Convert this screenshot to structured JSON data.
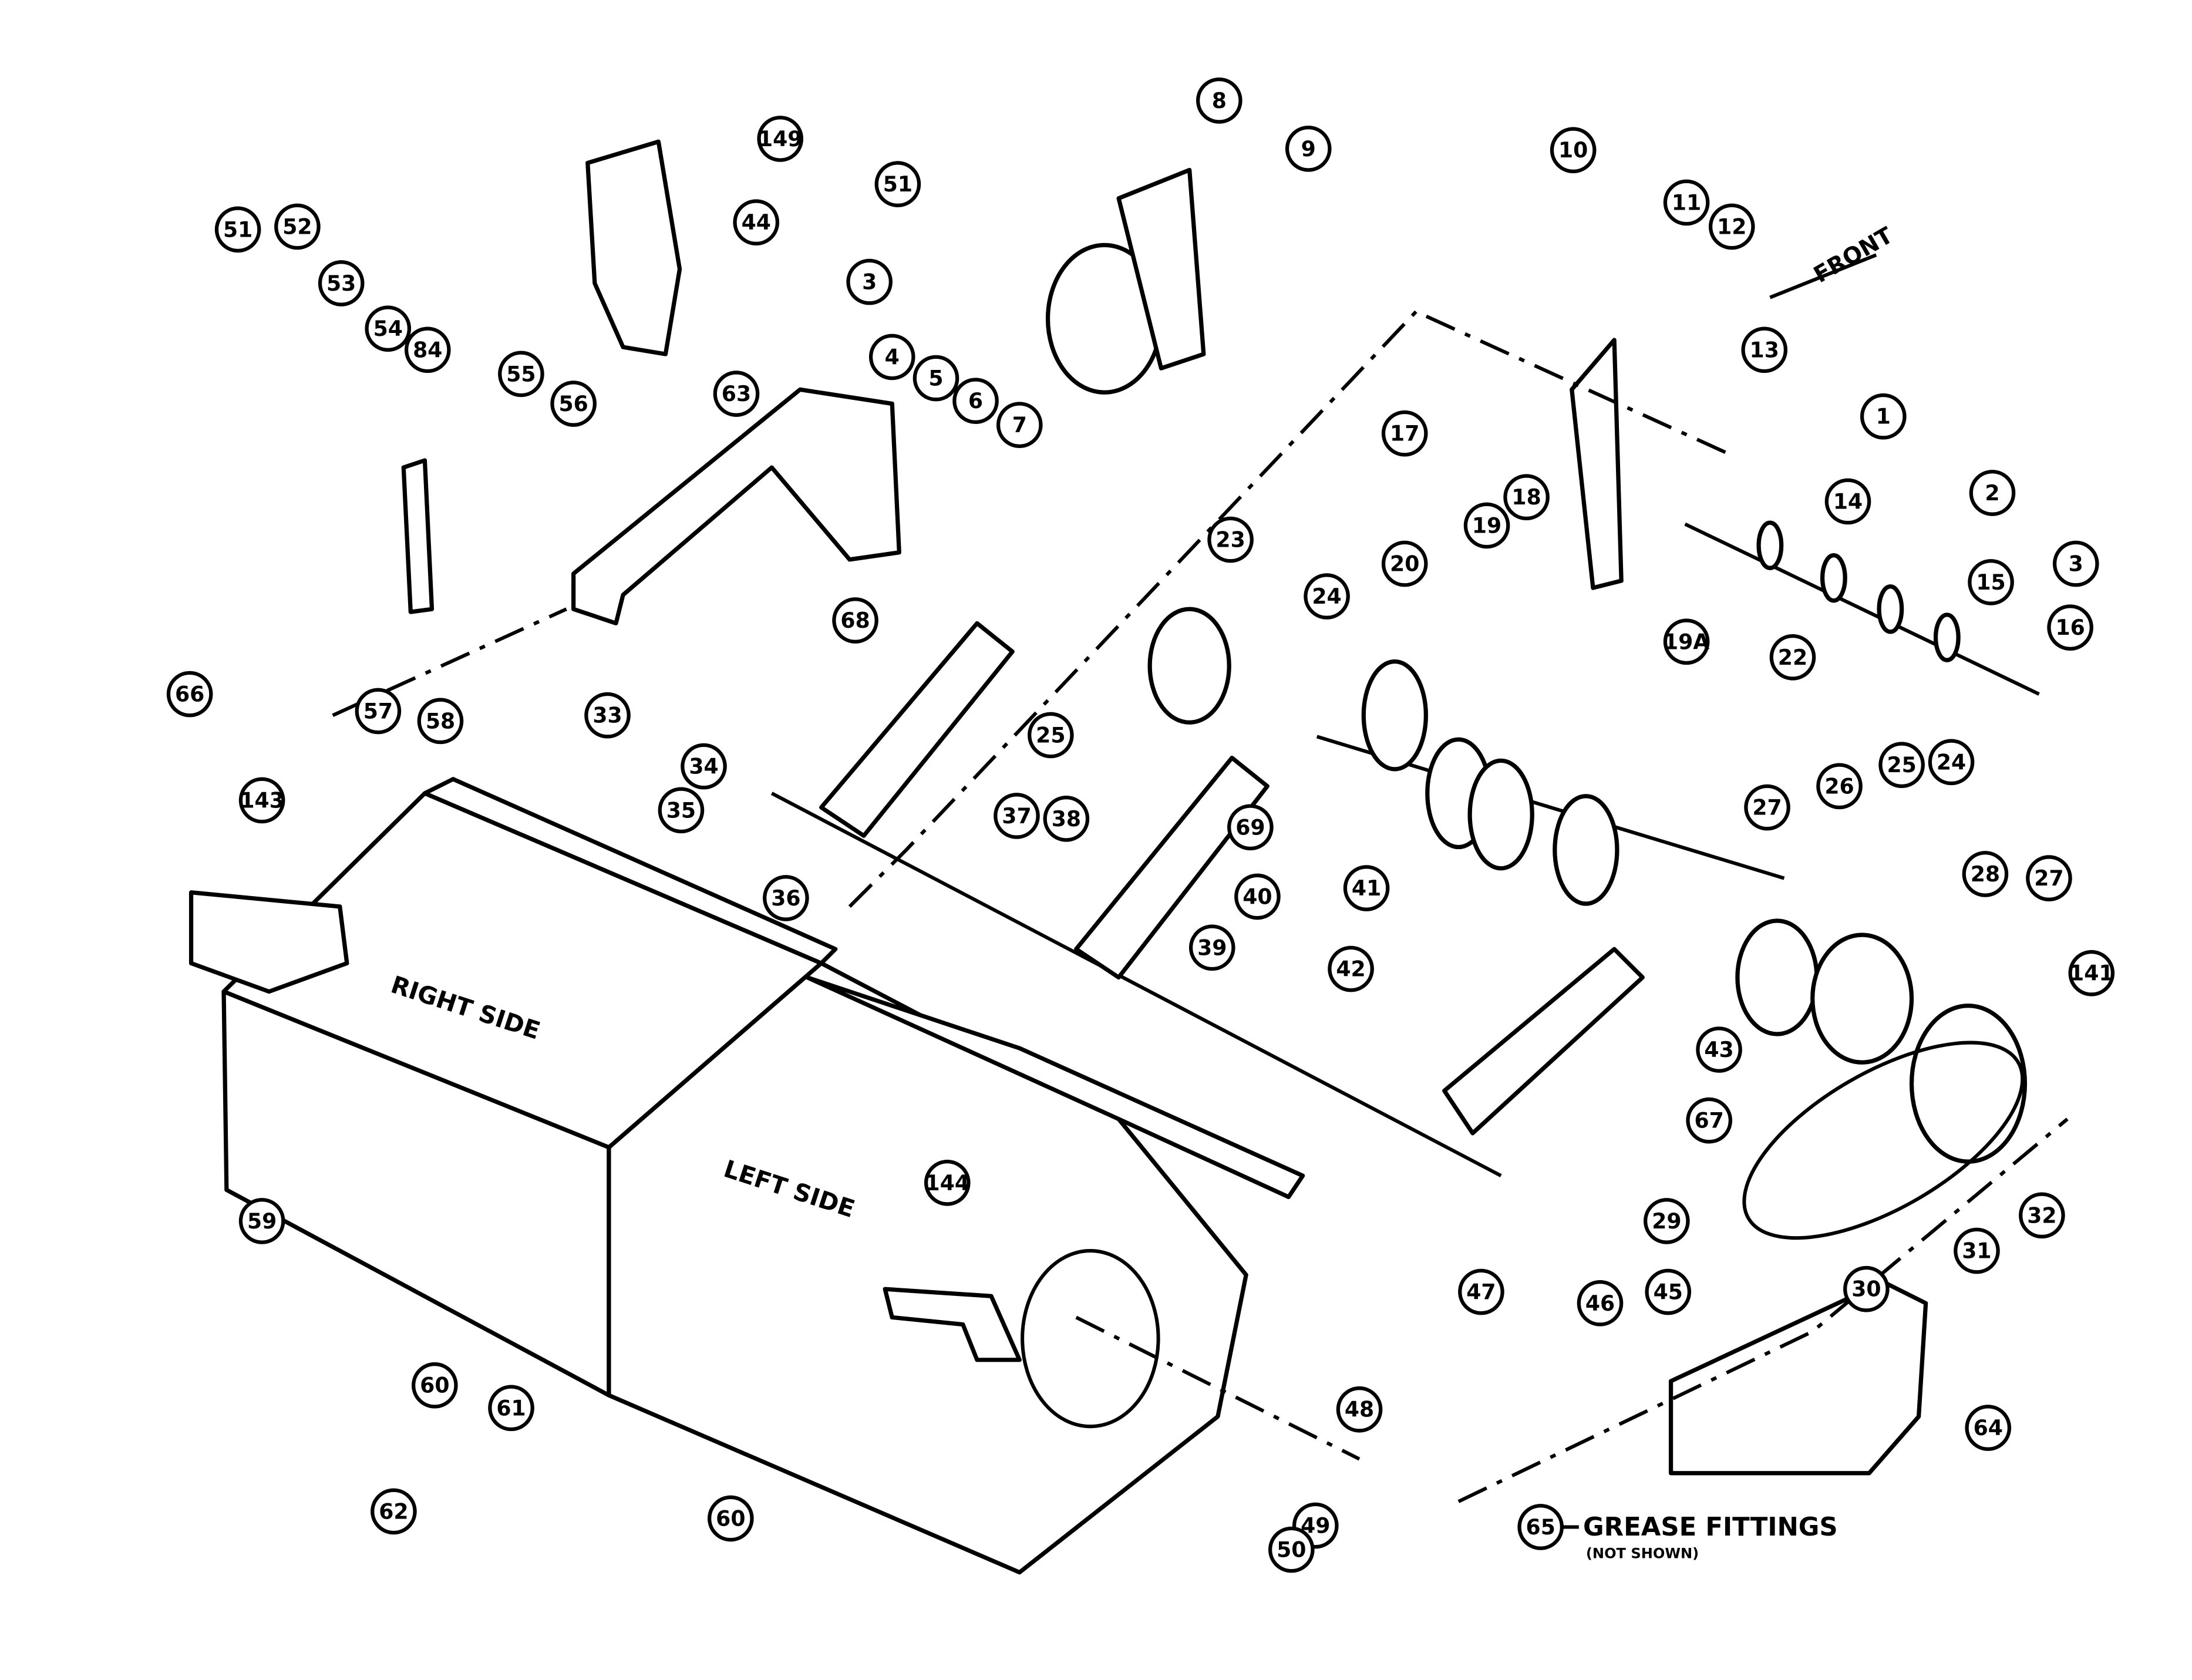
{
  "diagram": {
    "panel_labels": {
      "right_side": "RIGHT SIDE",
      "left_side": "LEFT SIDE",
      "front": "FRONT"
    },
    "note": {
      "callout": "65",
      "text": "GREASE FITTINGS",
      "subtext": "(NOT SHOWN)"
    },
    "callouts": [
      "51",
      "52",
      "53",
      "54",
      "84",
      "55",
      "56",
      "66",
      "57",
      "58",
      "143",
      "149",
      "44",
      "63",
      "51",
      "3",
      "8",
      "9",
      "4",
      "5",
      "6",
      "7",
      "10",
      "11",
      "12",
      "13",
      "17",
      "18",
      "1",
      "14",
      "2",
      "15",
      "3",
      "16",
      "19",
      "20",
      "19A",
      "22",
      "23",
      "24",
      "25",
      "68",
      "33",
      "34",
      "35",
      "36",
      "26",
      "27",
      "25",
      "24",
      "28",
      "27",
      "141",
      "69",
      "37",
      "38",
      "40",
      "39",
      "41",
      "42",
      "43",
      "67",
      "29",
      "45",
      "46",
      "47",
      "30",
      "31",
      "32",
      "144",
      "59",
      "60",
      "61",
      "62",
      "60",
      "48",
      "49",
      "50",
      "64"
    ]
  }
}
